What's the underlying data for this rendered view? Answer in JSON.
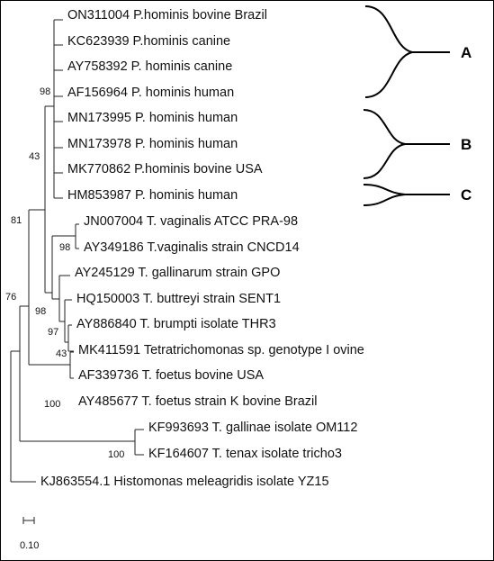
{
  "figure": {
    "taxa": [
      "ON311004 P.hominis bovine Brazil",
      "KC623939 P.hominis canine",
      "AY758392 P. hominis canine",
      "AF156964 P. hominis human",
      "MN173995 P. hominis human",
      "MN173978 P. hominis human",
      "MK770862 P.hominis bovine USA",
      "HM853987 P. hominis human",
      "JN007004 T. vaginalis ATCC PRA-98",
      "AY349186 T.vaginalis strain CNCD14",
      "AY245129 T. gallinarum strain GPO",
      "HQ150003 T. buttreyi strain SENT1",
      "AY886840 T. brumpti isolate THR3",
      "MK411591 Tetratrichomonas sp. genotype I ovine",
      "AF339736 T. foetus bovine USA",
      "AY485677 T. foetus strain K bovine Brazil",
      "KF993693 T. gallinae isolate OM112",
      "KF164607 T. tenax isolate tricho3",
      "KJ863554.1 Histomonas meleagridis isolate YZ15"
    ],
    "bootstrap": [
      "98",
      "43",
      "81",
      "98",
      "98",
      "97",
      "43",
      "76",
      "100",
      "100"
    ],
    "groups": [
      "A",
      "B",
      "C"
    ],
    "scale_bar": "0.10"
  }
}
